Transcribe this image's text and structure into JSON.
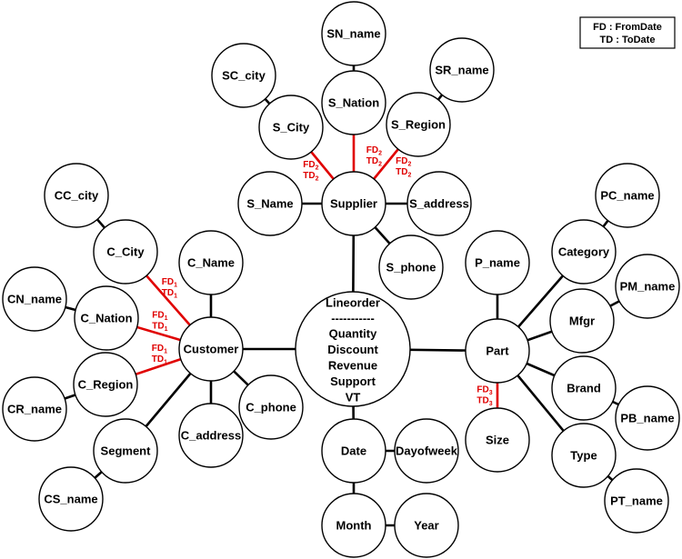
{
  "legend": {
    "line1": "FD : FromDate",
    "line2": "TD : ToDate"
  },
  "center": {
    "name": "Lineorder",
    "separator": "-----------",
    "measures": [
      "Quantity",
      "Discount",
      "Revenue",
      "Support",
      "VT"
    ]
  },
  "nodes": [
    {
      "id": "sn_name",
      "label": "SN_name"
    },
    {
      "id": "sc_city",
      "label": "SC_city"
    },
    {
      "id": "s_nation",
      "label": "S_Nation"
    },
    {
      "id": "sr_name",
      "label": "SR_name"
    },
    {
      "id": "s_city",
      "label": "S_City"
    },
    {
      "id": "s_region",
      "label": "S_Region"
    },
    {
      "id": "s_name",
      "label": "S_Name"
    },
    {
      "id": "supplier",
      "label": "Supplier"
    },
    {
      "id": "s_address",
      "label": "S_address"
    },
    {
      "id": "s_phone",
      "label": "S_phone"
    },
    {
      "id": "cc_city",
      "label": "CC_city"
    },
    {
      "id": "c_city",
      "label": "C_City"
    },
    {
      "id": "c_name",
      "label": "C_Name"
    },
    {
      "id": "cn_name",
      "label": "CN_name"
    },
    {
      "id": "c_nation",
      "label": "C_Nation"
    },
    {
      "id": "customer",
      "label": "Customer"
    },
    {
      "id": "c_region",
      "label": "C_Region"
    },
    {
      "id": "cr_name",
      "label": "CR_name"
    },
    {
      "id": "c_phone",
      "label": "C_phone"
    },
    {
      "id": "c_address",
      "label": "C_address"
    },
    {
      "id": "segment",
      "label": "Segment"
    },
    {
      "id": "cs_name",
      "label": "CS_name"
    },
    {
      "id": "date",
      "label": "Date"
    },
    {
      "id": "dayofweek",
      "label": "Dayofweek"
    },
    {
      "id": "month",
      "label": "Month"
    },
    {
      "id": "year",
      "label": "Year"
    },
    {
      "id": "pc_name",
      "label": "PC_name"
    },
    {
      "id": "p_name",
      "label": "P_name"
    },
    {
      "id": "category",
      "label": "Category"
    },
    {
      "id": "pm_name",
      "label": "PM_name"
    },
    {
      "id": "mfgr",
      "label": "Mfgr"
    },
    {
      "id": "part",
      "label": "Part"
    },
    {
      "id": "brand",
      "label": "Brand"
    },
    {
      "id": "pb_name",
      "label": "PB_name"
    },
    {
      "id": "size",
      "label": "Size"
    },
    {
      "id": "type",
      "label": "Type"
    },
    {
      "id": "pt_name",
      "label": "PT_name"
    }
  ],
  "edges": [
    {
      "from": "sn_name",
      "to": "s_nation",
      "temporal": false
    },
    {
      "from": "sc_city",
      "to": "s_city",
      "temporal": false
    },
    {
      "from": "sr_name",
      "to": "s_region",
      "temporal": false
    },
    {
      "from": "s_city",
      "to": "supplier",
      "temporal": true,
      "index": "2"
    },
    {
      "from": "s_nation",
      "to": "supplier",
      "temporal": true,
      "index": "2"
    },
    {
      "from": "s_region",
      "to": "supplier",
      "temporal": true,
      "index": "2"
    },
    {
      "from": "s_name",
      "to": "supplier",
      "temporal": false
    },
    {
      "from": "supplier",
      "to": "s_address",
      "temporal": false
    },
    {
      "from": "supplier",
      "to": "s_phone",
      "temporal": false
    },
    {
      "from": "supplier",
      "to": "lineorder",
      "temporal": false
    },
    {
      "from": "cc_city",
      "to": "c_city",
      "temporal": false
    },
    {
      "from": "cn_name",
      "to": "c_nation",
      "temporal": false
    },
    {
      "from": "cr_name",
      "to": "c_region",
      "temporal": false
    },
    {
      "from": "c_city",
      "to": "customer",
      "temporal": true,
      "index": "1"
    },
    {
      "from": "c_nation",
      "to": "customer",
      "temporal": true,
      "index": "1"
    },
    {
      "from": "c_region",
      "to": "customer",
      "temporal": true,
      "index": "1"
    },
    {
      "from": "c_name",
      "to": "customer",
      "temporal": false
    },
    {
      "from": "customer",
      "to": "c_phone",
      "temporal": false
    },
    {
      "from": "customer",
      "to": "c_address",
      "temporal": false
    },
    {
      "from": "customer",
      "to": "segment",
      "temporal": false
    },
    {
      "from": "segment",
      "to": "cs_name",
      "temporal": false
    },
    {
      "from": "customer",
      "to": "lineorder",
      "temporal": false
    },
    {
      "from": "lineorder",
      "to": "date",
      "temporal": false
    },
    {
      "from": "date",
      "to": "dayofweek",
      "temporal": false
    },
    {
      "from": "date",
      "to": "month",
      "temporal": false
    },
    {
      "from": "month",
      "to": "year",
      "temporal": false
    },
    {
      "from": "lineorder",
      "to": "part",
      "temporal": false
    },
    {
      "from": "p_name",
      "to": "part",
      "temporal": false
    },
    {
      "from": "part",
      "to": "category",
      "temporal": false
    },
    {
      "from": "category",
      "to": "pc_name",
      "temporal": false
    },
    {
      "from": "part",
      "to": "mfgr",
      "temporal": false
    },
    {
      "from": "mfgr",
      "to": "pm_name",
      "temporal": false
    },
    {
      "from": "part",
      "to": "brand",
      "temporal": false
    },
    {
      "from": "brand",
      "to": "pb_name",
      "temporal": false
    },
    {
      "from": "part",
      "to": "type",
      "temporal": false
    },
    {
      "from": "type",
      "to": "pt_name",
      "temporal": false
    },
    {
      "from": "part",
      "to": "size",
      "temporal": true,
      "index": "3"
    }
  ],
  "fdtd": {
    "fd": "FD",
    "td": "TD"
  }
}
